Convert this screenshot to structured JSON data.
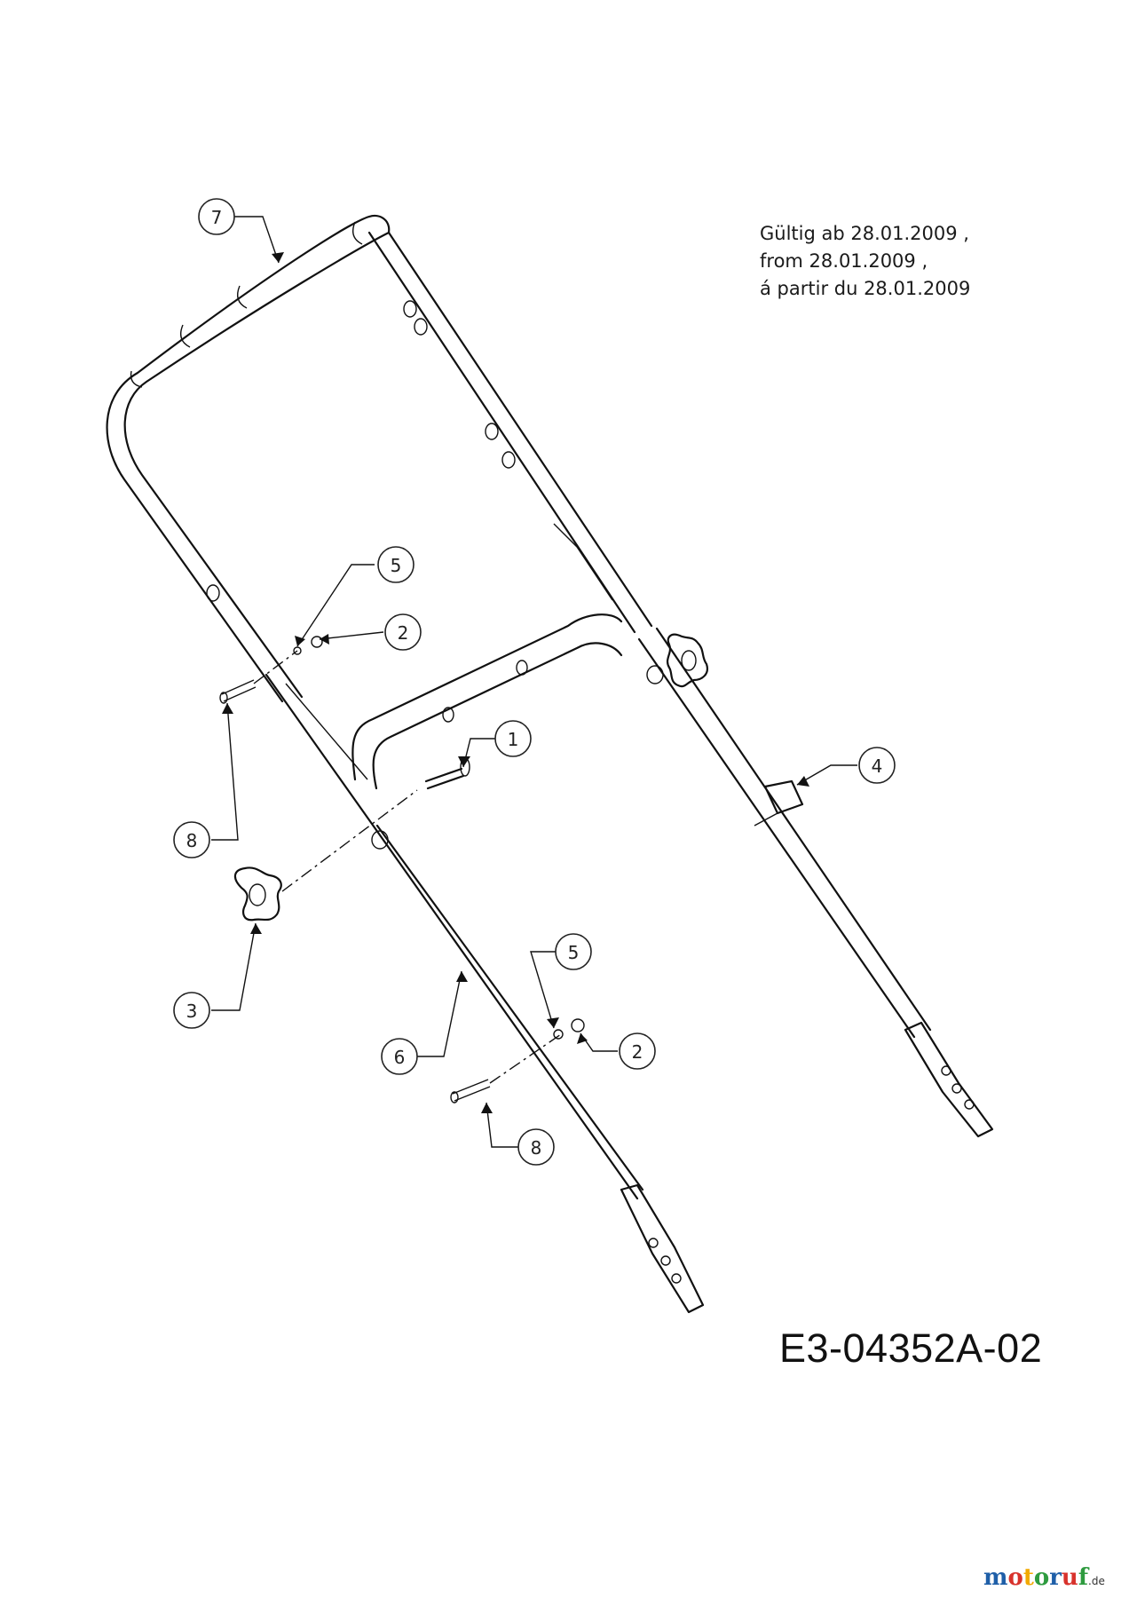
{
  "validity_lines": [
    "Gültig ab 28.01.2009 ,",
    "from 28.01.2009 ,",
    "á partir du 28.01.2009"
  ],
  "drawing_code": "E3-04352A-02",
  "watermark": {
    "brand": "motoruf",
    "suffix": ".de"
  },
  "callouts": [
    {
      "id": "c7",
      "label": "7"
    },
    {
      "id": "c5a",
      "label": "5"
    },
    {
      "id": "c2a",
      "label": "2"
    },
    {
      "id": "c1",
      "label": "1"
    },
    {
      "id": "c4",
      "label": "4"
    },
    {
      "id": "c8a",
      "label": "8"
    },
    {
      "id": "c3",
      "label": "3"
    },
    {
      "id": "c5b",
      "label": "5"
    },
    {
      "id": "c2b",
      "label": "2"
    },
    {
      "id": "c6",
      "label": "6"
    },
    {
      "id": "c8b",
      "label": "8"
    }
  ]
}
